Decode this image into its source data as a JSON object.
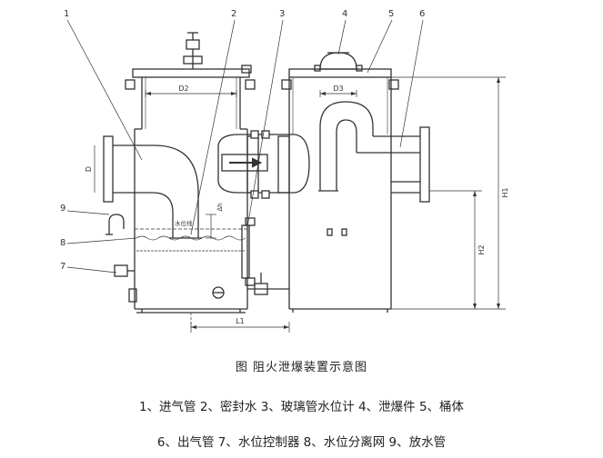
{
  "callouts": [
    "1",
    "2",
    "3",
    "4",
    "5",
    "6",
    "7",
    "8",
    "9"
  ],
  "dimensions": {
    "d": "D",
    "d2": "D2",
    "d3": "D3",
    "l1": "L1",
    "h1": "H1",
    "h2": "H2",
    "dh": "Δh",
    "water_level": "水位线"
  },
  "figure_title": "图    阻火泄爆装置示意图",
  "legend_line1": "1、进气管  2、密封水  3、玻璃管水位计   4、泄爆件   5、桶体",
  "legend_line2": "6、出气管   7、水位控制器   8、水位分离网   9、放水管",
  "colors": {
    "line": "#333333",
    "water": "#555555",
    "highlight": "#dddddd"
  }
}
